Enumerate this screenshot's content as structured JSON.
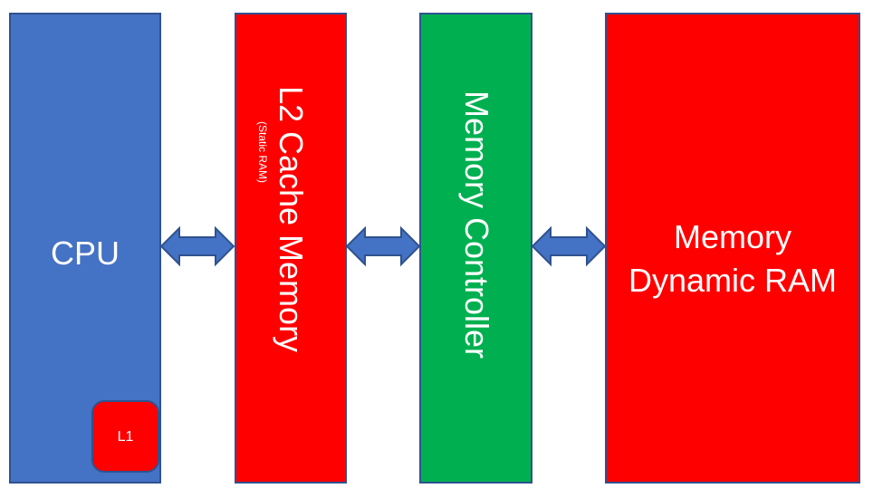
{
  "blocks": {
    "cpu": {
      "label": "CPU",
      "color": "#4472c4"
    },
    "l1": {
      "label": "L1",
      "color": "#ff0000"
    },
    "l2": {
      "label": "L2 Cache Memory",
      "sub_label": "(Static RAM)",
      "color": "#ff0000"
    },
    "memory_controller": {
      "label": "Memory Controller",
      "color": "#00b050"
    },
    "memory": {
      "line1": "Memory",
      "line2": "Dynamic RAM",
      "color": "#ff0000"
    }
  },
  "connectors": [
    {
      "from": "CPU",
      "to": "L2 Cache Memory",
      "type": "bidirectional",
      "color": "#4472c4"
    },
    {
      "from": "L2 Cache Memory",
      "to": "Memory Controller",
      "type": "bidirectional",
      "color": "#4472c4"
    },
    {
      "from": "Memory Controller",
      "to": "Memory",
      "type": "bidirectional",
      "color": "#4472c4"
    }
  ]
}
